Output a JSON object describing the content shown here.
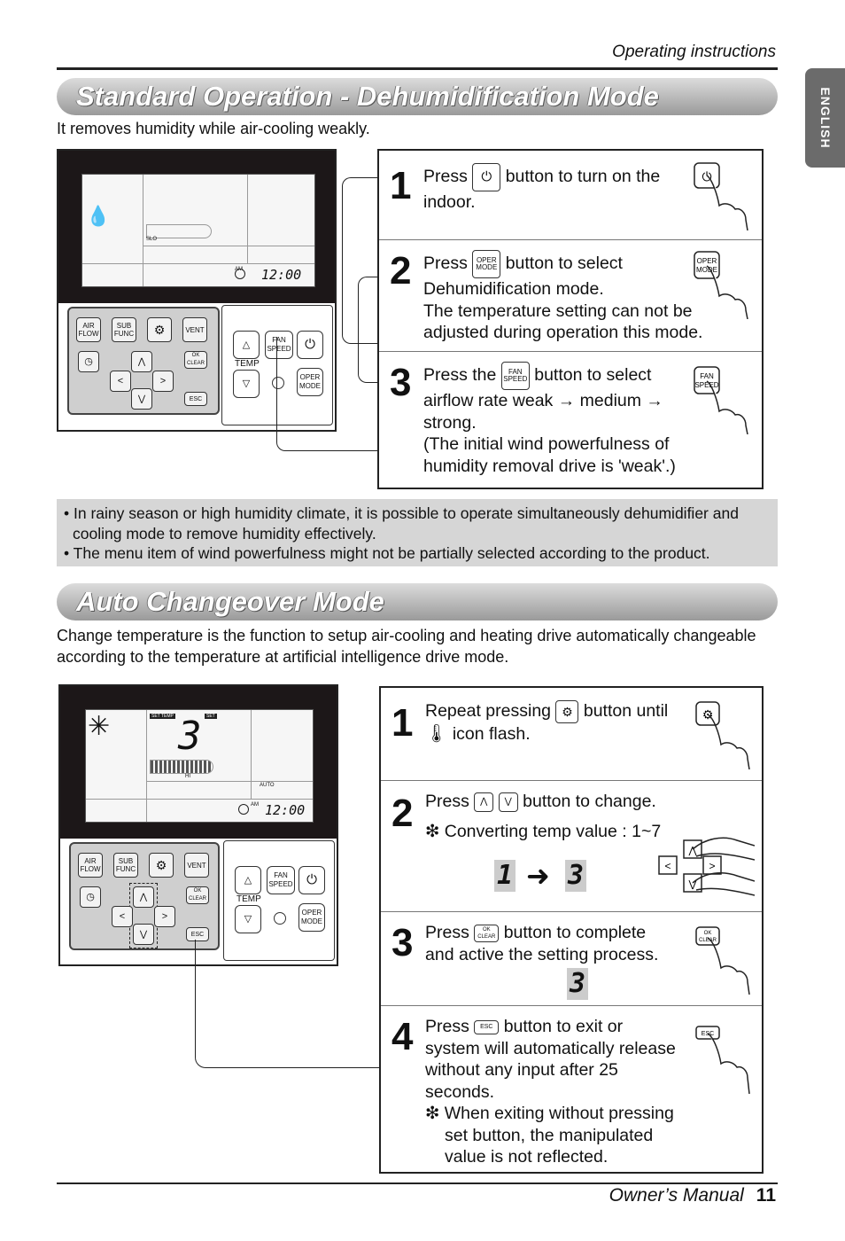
{
  "header": {
    "section": "Operating instructions",
    "language_tab": "ENGLISH"
  },
  "dehumid": {
    "title": "Standard Operation - Dehumidification Mode",
    "intro": "It removes humidity while air-cooling weakly.",
    "lcd": {
      "time": "12:00",
      "am": "AM",
      "slo": "SLO"
    },
    "steps": [
      {
        "num": "1",
        "before": "Press",
        "button": "power-icon",
        "after": "button to turn on the",
        "line2": "indoor."
      },
      {
        "num": "2",
        "before": "Press",
        "button_label": "OPER MODE",
        "after": "button to select",
        "lines": [
          "Dehumidification mode.",
          "The temperature setting can not be",
          "adjusted during operation this mode."
        ]
      },
      {
        "num": "3",
        "before": "Press the",
        "button_label": "FAN SPEED",
        "after": "button to select",
        "lines": [
          "airflow rate weak → medium →",
          "strong.",
          "(The initial wind powerfulness of",
          "humidity removal drive is 'weak'.)"
        ]
      }
    ],
    "notes": [
      "• In rainy season or high humidity climate, it is possible to operate simultaneously dehumidifier and cooling mode to remove humidity effectively.",
      "• The menu item of wind powerfulness might not be partially selected according to the product."
    ]
  },
  "auto": {
    "title": "Auto Changeover Mode",
    "intro": [
      "Change temperature is the function to setup air-cooling and heating drive automatically changeable",
      "according to the temperature at artificial intelligence drive mode."
    ],
    "lcd": {
      "time": "12:00",
      "am": "AM",
      "set_temp": "SET TEMP",
      "set": "SET",
      "hi": "HI",
      "digit": "3",
      "auto": "AUTO"
    },
    "steps": [
      {
        "num": "1",
        "before": "Repeat pressing",
        "after": "button until",
        "line2": "icon flash."
      },
      {
        "num": "2",
        "before": "Press",
        "after": "button to change.",
        "note": "❇ Converting temp value : 1~7",
        "from": "1",
        "to": "3"
      },
      {
        "num": "3",
        "before": "Press",
        "button_label": "OK CLEAR",
        "after": "button to complete",
        "line2": "and active the setting process.",
        "digit": "3"
      },
      {
        "num": "4",
        "before": "Press",
        "button_label": "ESC",
        "after": "button to exit or",
        "lines": [
          "system will automatically release",
          "without any input after 25",
          "seconds."
        ],
        "note_lines": [
          "❇ When exiting without pressing",
          "set button, the manipulated",
          "value is not reflected."
        ]
      }
    ]
  },
  "remote": {
    "keys": {
      "air_flow": "AIR FLOW",
      "sub_func": "SUB FUNC",
      "vent": "VENT",
      "ok_clear": "OK CLEAR",
      "esc": "ESC",
      "temp": "TEMP",
      "fan_speed": "FAN SPEED",
      "oper_mode": "OPER MODE"
    }
  },
  "footer": {
    "manual": "Owner’s Manual",
    "page": "11"
  }
}
